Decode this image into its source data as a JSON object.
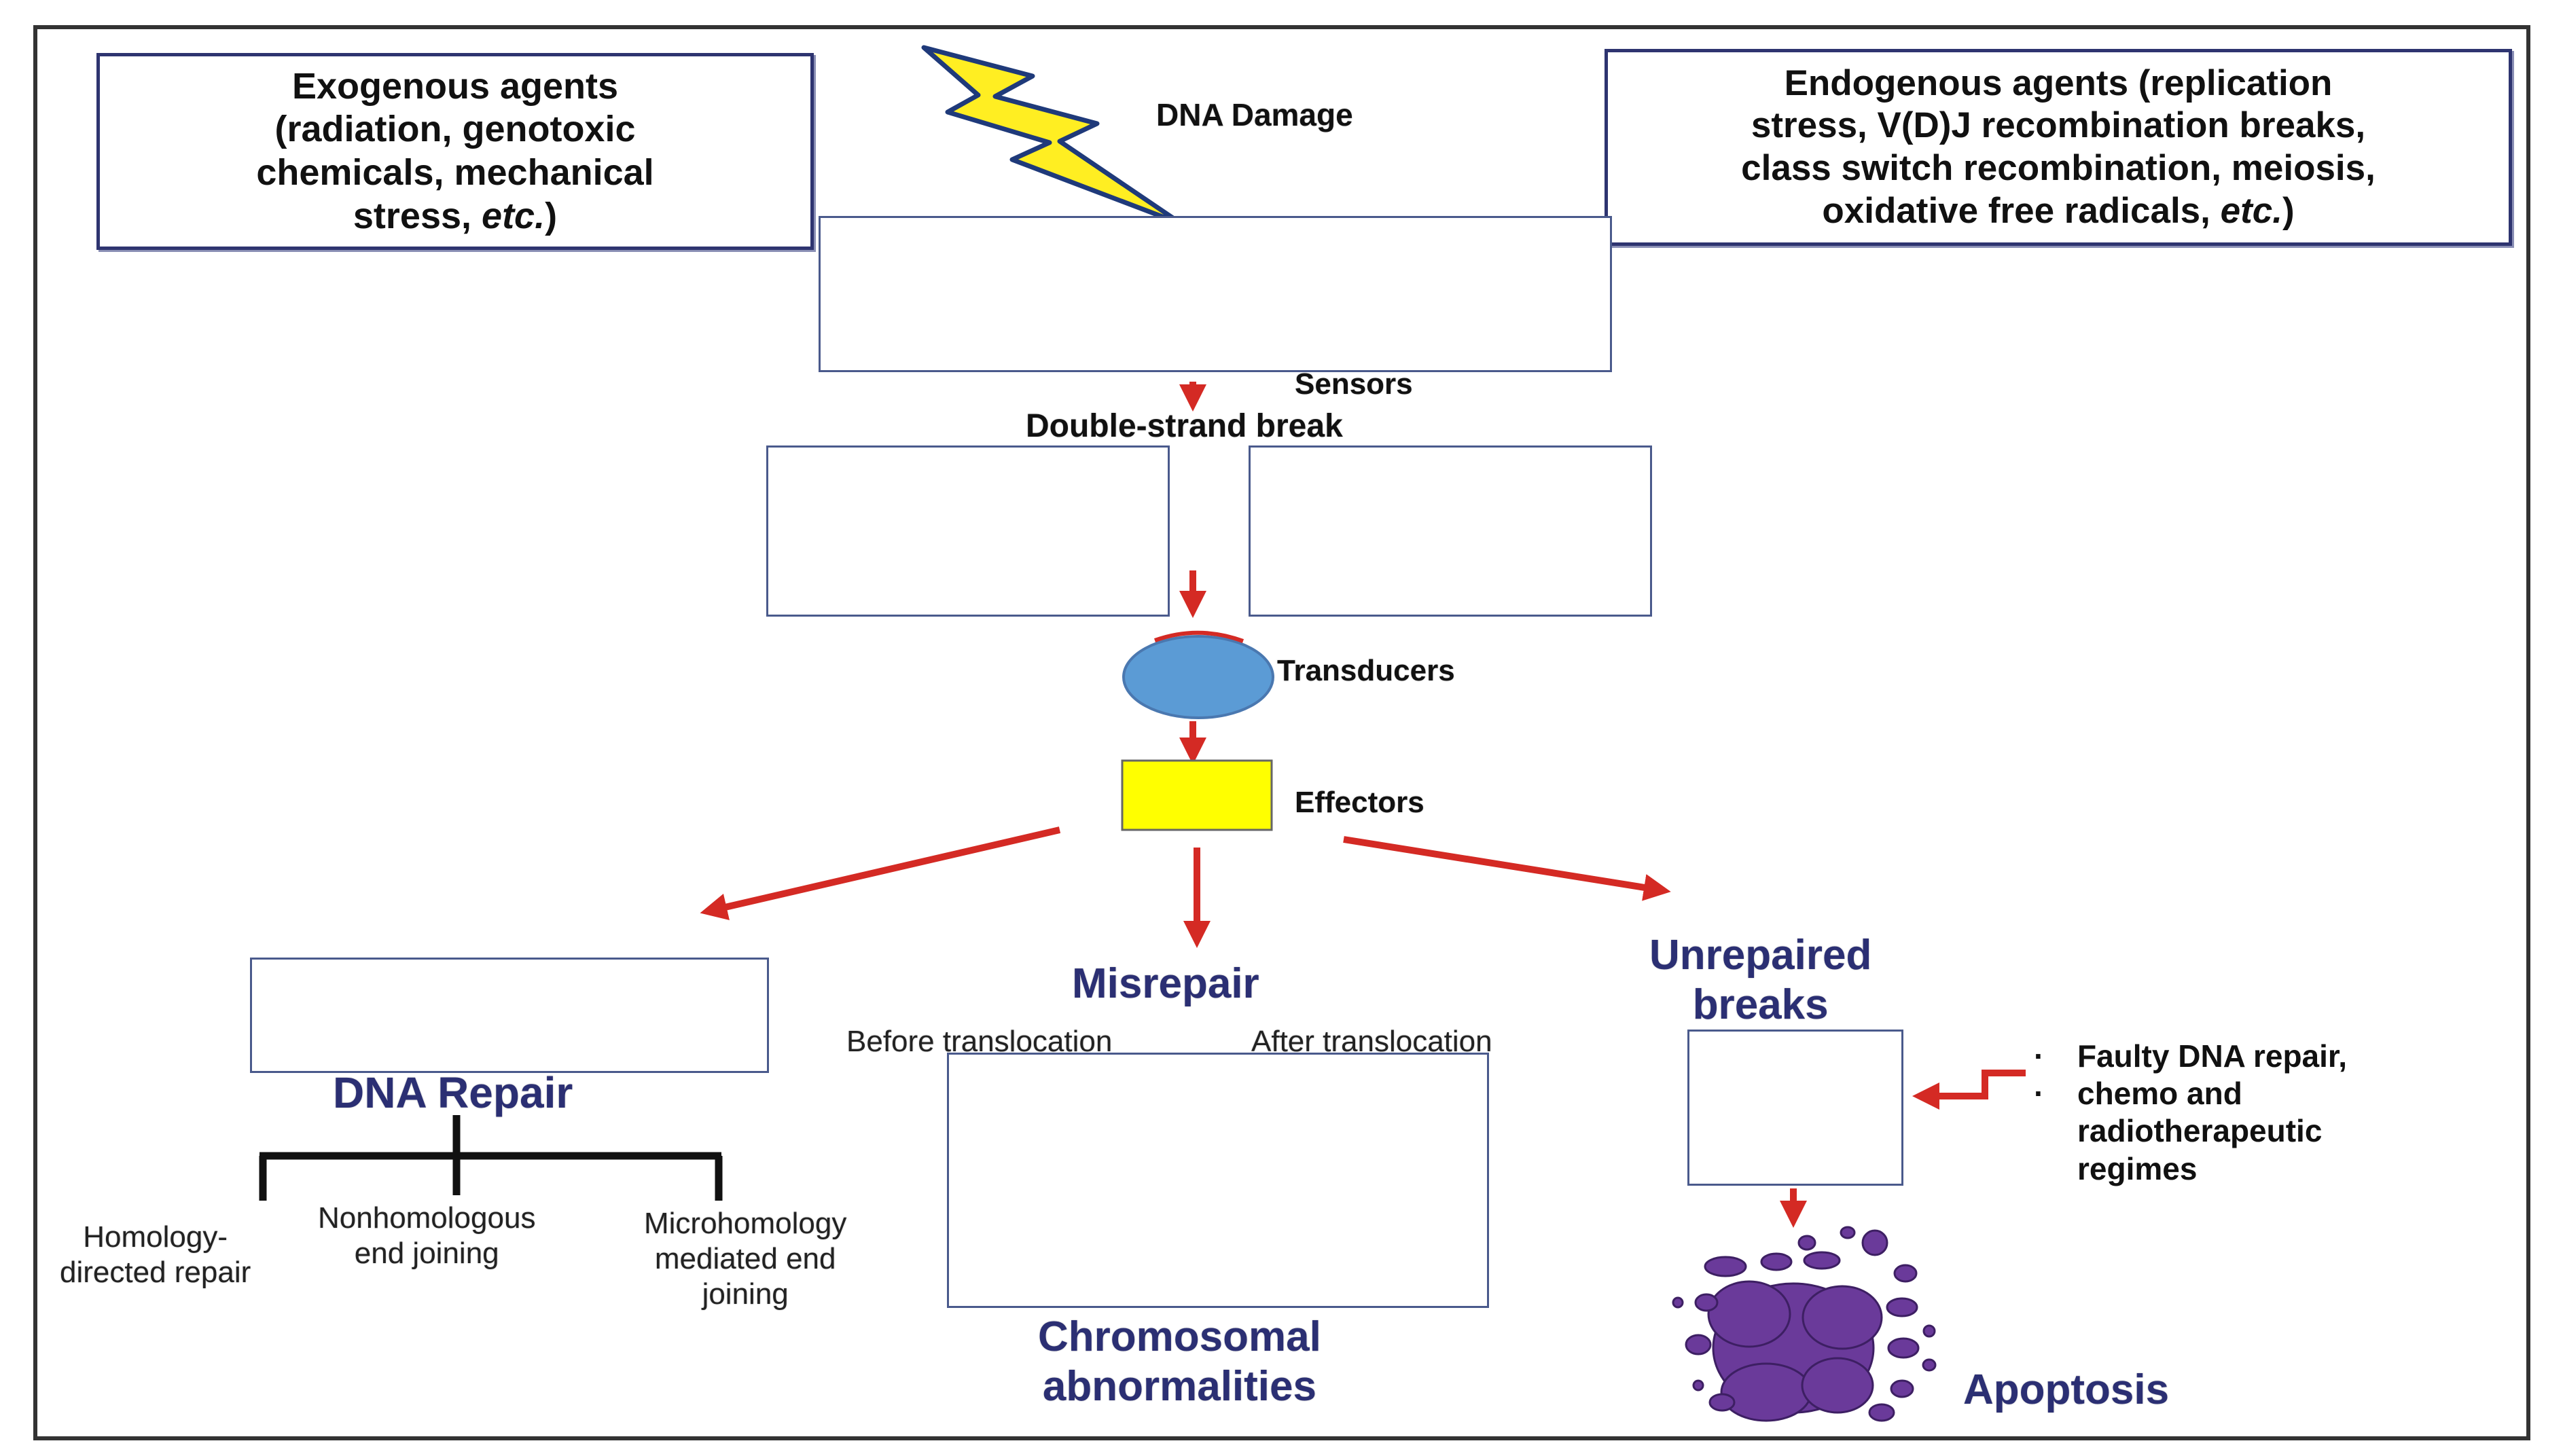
{
  "title": "DNA Damage",
  "exogenous": {
    "line1": "Exogenous agents",
    "line2": "(radiation, genotoxic",
    "line3": "chemicals, mechanical",
    "line4a": "stress, ",
    "line4b": "etc.",
    "line4c": ")"
  },
  "endogenous": {
    "line1": "Endogenous agents (replication",
    "line2": "stress, V(D)J recombination breaks,",
    "line3": "class switch recombination, meiosis,",
    "line4a": "oxidative free radicals, ",
    "line4b": "etc.",
    "line4c": ")"
  },
  "labels": {
    "sensors": "Sensors",
    "dsb": "Double-strand break",
    "transducers": "Transducers",
    "effectors": "Effectors",
    "misrepair": "Misrepair",
    "before": "Before translocation",
    "after": "After translocation",
    "unrepaired1": "Unrepaired",
    "unrepaired2": "breaks",
    "dna_repair": "DNA Repair",
    "chromosomal1": "Chromosomal",
    "chromosomal2": "abnormalities",
    "apoptosis": "Apoptosis",
    "hdr1": "Homology-",
    "hdr2": "directed repair",
    "nhej1": "Nonhomologous",
    "nhej2": "end joining",
    "mmej1": "Microhomology",
    "mmej2": "mediated end",
    "mmej3": "joining"
  },
  "bullets": {
    "item1": "Faulty DNA repair,",
    "item2a": "chemo and",
    "item2b": "radiotherapeutic",
    "item2c": "regimes"
  },
  "colors": {
    "arrow": "#d42a24",
    "transducer_fill": "#5b9bd5",
    "effector_fill": "#ffff00",
    "lightning_fill": "#ffee22",
    "heading": "#2b2f73",
    "apoptosis_cells": "#6a3a9a"
  }
}
